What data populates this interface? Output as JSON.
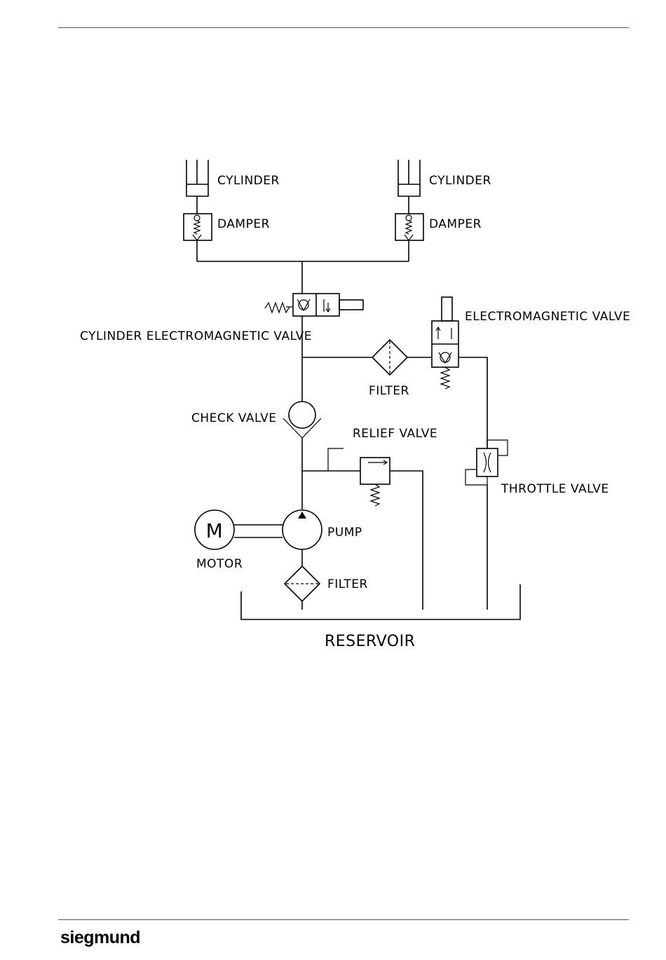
{
  "header": {
    "rule": true
  },
  "diagram": {
    "labels": {
      "cylinder_left": "CYLINDER",
      "cylinder_right": "CYLINDER",
      "damper_left": "DAMPER",
      "damper_right": "DAMPER",
      "cylinder_em_valve": "CYLINDER ELECTROMAGNETIC VALVE",
      "em_valve": "ELECTROMAGNETIC VALVE",
      "filter_upper": "FILTER",
      "check_valve": "CHECK VALVE",
      "relief_valve": "RELIEF VALVE",
      "throttle_valve": "THROTTLE VALVE",
      "motor_symbol": "M",
      "motor": "MOTOR",
      "pump": "PUMP",
      "filter_lower": "FILTER",
      "reservoir": "RESERVOIR"
    }
  },
  "footer": {
    "brand": "siegmund"
  }
}
